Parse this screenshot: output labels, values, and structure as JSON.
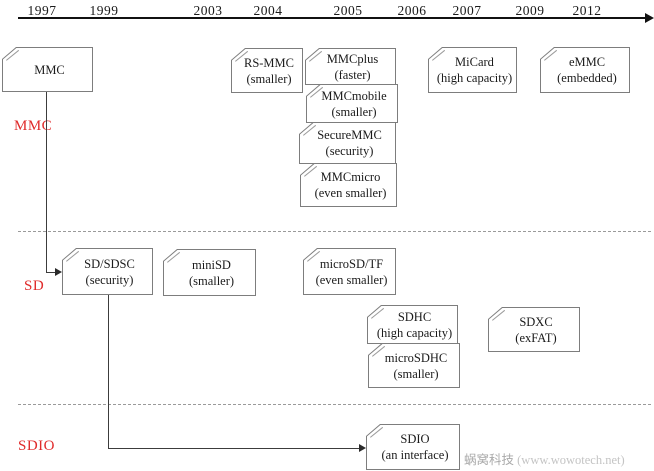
{
  "timeline": {
    "years": [
      "1997",
      "1999",
      "2003",
      "2004",
      "2005",
      "2006",
      "2007",
      "2009",
      "2012"
    ]
  },
  "sections": {
    "mmc": "MMC",
    "sd": "SD",
    "sdio": "SDIO"
  },
  "nodes": {
    "mmc": {
      "title": "MMC",
      "subtitle": ""
    },
    "rsmmc": {
      "title": "RS-MMC",
      "subtitle": "(smaller)"
    },
    "mmcplus": {
      "title": "MMCplus",
      "subtitle": "(faster)"
    },
    "mmcmobile": {
      "title": "MMCmobile",
      "subtitle": "(smaller)"
    },
    "securemmc": {
      "title": "SecureMMC",
      "subtitle": "(security)"
    },
    "mmcmicro": {
      "title": "MMCmicro",
      "subtitle": "(even smaller)"
    },
    "micard": {
      "title": "MiCard",
      "subtitle": "(high capacity)"
    },
    "emmc": {
      "title": "eMMC",
      "subtitle": "(embedded)"
    },
    "sdsdsc": {
      "title": "SD/SDSC",
      "subtitle": "(security)"
    },
    "minisd": {
      "title": "miniSD",
      "subtitle": "(smaller)"
    },
    "microsd": {
      "title": "microSD/TF",
      "subtitle": "(even smaller)"
    },
    "sdhc": {
      "title": "SDHC",
      "subtitle": "(high capacity)"
    },
    "microsdhc": {
      "title": "microSDHC",
      "subtitle": "(smaller)"
    },
    "sdxc": {
      "title": "SDXC",
      "subtitle": "(exFAT)"
    },
    "sdio": {
      "title": "SDIO",
      "subtitle": "(an interface)"
    }
  },
  "watermark": {
    "brand": "蜗窝科技",
    "site": "(www.wowotech.net)"
  },
  "colors": {
    "accent_red": "#e02b2b",
    "node_border": "#7d7d7d",
    "connector": "#3c3c3c",
    "dashed_separator": "#9a9a9a",
    "axis": "#111111",
    "watermark": "#a9a9a9"
  }
}
